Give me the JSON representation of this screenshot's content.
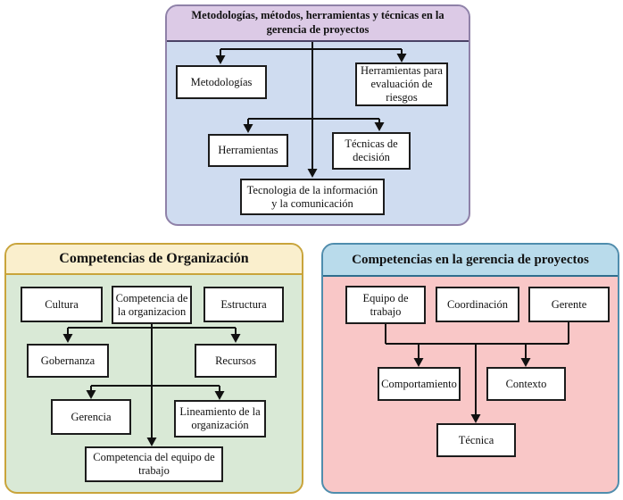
{
  "page": {
    "background": "#ffffff"
  },
  "styles": {
    "node_bg": "#ffffff",
    "node_border": "#1c1c1c",
    "connector_color": "#111111"
  },
  "panels": [
    {
      "id": "metodologias",
      "title": "Metodologías, métodos, herramientas y técnicas en la gerencia de proyectos",
      "header_bg": "#dccae6",
      "body_bg": "#cfdcf0",
      "border_color": "#8f81a8",
      "divider_color": "#4a4266",
      "nodes": [
        {
          "label": "Metodologías"
        },
        {
          "label": "Herramientas para evaluación de riesgos"
        },
        {
          "label": "Herramientas"
        },
        {
          "label": "Técnicas de decisión"
        },
        {
          "label": "Tecnologia de la información y la comunicación"
        }
      ]
    },
    {
      "id": "competencias-organizacion",
      "title": "Competencias de Organización",
      "header_bg": "#faefcd",
      "body_bg": "#d9e9d6",
      "border_color": "#c9a43b",
      "divider_color": "#c9a43b",
      "nodes": [
        {
          "label": "Cultura"
        },
        {
          "label": "Competencia de la organizacion"
        },
        {
          "label": "Estructura"
        },
        {
          "label": "Gobernanza"
        },
        {
          "label": "Recursos"
        },
        {
          "label": "Gerencia"
        },
        {
          "label": "Lineamiento de la organización"
        },
        {
          "label": "Competencia del equipo de trabajo"
        }
      ]
    },
    {
      "id": "competencias-gerencia-proyectos",
      "title": "Competencias en la gerencia de proyectos",
      "header_bg": "#b9dbeb",
      "body_bg": "#f9c7c7",
      "border_color": "#4f8dad",
      "divider_color": "#2f6e8e",
      "nodes": [
        {
          "label": "Equipo de trabajo"
        },
        {
          "label": "Coordinación"
        },
        {
          "label": "Gerente"
        },
        {
          "label": "Comportamiento"
        },
        {
          "label": "Contexto"
        },
        {
          "label": "Técnica"
        }
      ]
    }
  ]
}
